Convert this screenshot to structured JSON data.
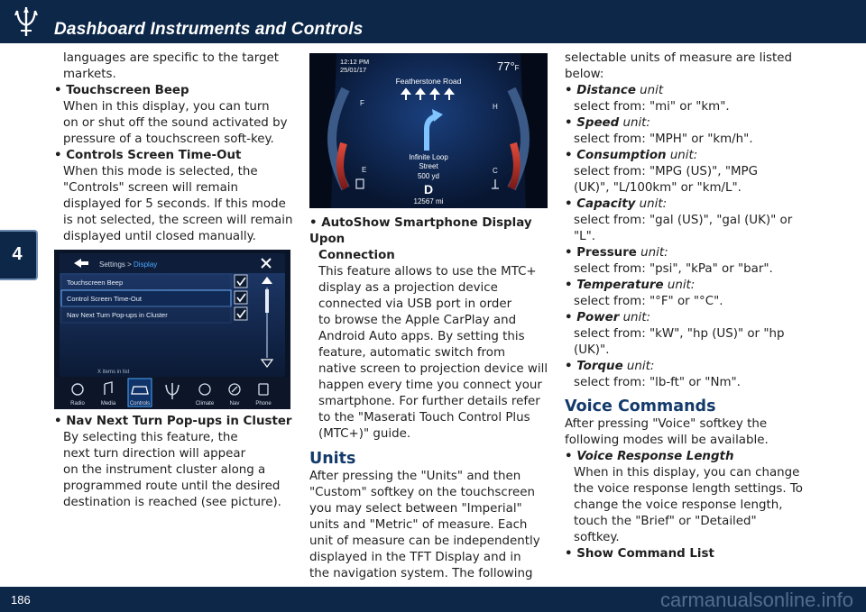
{
  "header": {
    "title": "Dashboard Instruments and Controls"
  },
  "chapter_tab": "4",
  "footer": {
    "page_number": "186",
    "watermark": "carmanualsonline.info"
  },
  "col1": {
    "l1": "languages are specific to the target",
    "l2": "markets.",
    "b1": "• Touchscreen Beep",
    "b1_t1": "When in this display, you can turn",
    "b1_t2": "on or shut off the sound activated by",
    "b1_t3": "pressure of a touchscreen soft-key.",
    "b2": "• Controls Screen Time-Out",
    "b2_t1": "When this mode is selected, the",
    "b2_t2": "\"Controls\" screen will remain",
    "b2_t3": "displayed for 5 seconds. If this mode",
    "b2_t4": "is not selected, the screen will remain",
    "b2_t5": "displayed until closed manually.",
    "b3": "• Nav Next Turn Pop-ups in Cluster",
    "b3_t1": "By selecting this feature, the",
    "b3_t2": "next turn direction will appear",
    "b3_t3": "on the instrument cluster along a",
    "b3_t4": "programmed route until the desired",
    "b3_t5": "destination is reached (see picture)."
  },
  "settings_screen": {
    "breadcrumb": "Settings",
    "breadcrumb_sep": " > ",
    "breadcrumb_current": "Display",
    "rows": [
      "Touchscreen Beep",
      "Control Screen Time-Out",
      "Nav Next Turn Pop-ups in Cluster"
    ],
    "items_in_list": "X items in list",
    "nav": [
      "Radio",
      "Media",
      "Controls",
      "",
      "Climate",
      "Nav",
      "Phone"
    ]
  },
  "cluster_screen": {
    "time": "12:12 PM",
    "date": "25/01/17",
    "temp": "77°",
    "temp_unit": "F",
    "road": "Featherstone Road",
    "street1": "Infinite Loop",
    "street2": "Street",
    "distance": "500 yd",
    "gear": "D",
    "odometer": "12567 mi",
    "fuel_full": "F",
    "fuel_empty": "E",
    "temp_hot": "H",
    "temp_cold": "C"
  },
  "col2": {
    "b1": "• AutoShow Smartphone Display Upon",
    "b1b": "Connection",
    "t1": "This feature allows to use the MTC+",
    "t2": "display as a projection device",
    "t3": "connected via USB port in order",
    "t4": "to browse the Apple CarPlay and",
    "t5": "Android Auto apps. By setting this",
    "t6": "feature, automatic switch from",
    "t7": "native screen to projection device will",
    "t8": "happen every time you connect your",
    "t9": "smartphone. For further details refer",
    "t10": "to the \"Maserati Touch Control Plus",
    "t11": "(MTC+)\" guide.",
    "h_units": "Units",
    "u1": "After pressing the \"Units\" and then",
    "u2": "\"Custom\" softkey on the touchscreen",
    "u3": "you may select between \"Imperial\"",
    "u4": "units and \"Metric\" of measure. Each",
    "u5": "unit of measure can be independently",
    "u6": "displayed in the TFT Display and in",
    "u7": "the navigation system. The following"
  },
  "col3": {
    "i1": "selectable units of measure are listed",
    "i2": "below:",
    "units": [
      {
        "name": "Distance",
        "suffix": " unit",
        "options": [
          "select from: \"mi\" or \"km\"."
        ]
      },
      {
        "name": "Speed",
        "suffix": " unit:",
        "options": [
          "select from: \"MPH\" or \"km/h\"."
        ]
      },
      {
        "name": "Consumption",
        "suffix": " unit:",
        "options": [
          "select from: \"MPG (US)\", \"MPG",
          "(UK)\", \"L/100km\" or \"km/L\"."
        ]
      },
      {
        "name": "Capacity",
        "suffix": " unit:",
        "options": [
          "select from: \"gal (US)\", \"gal (UK)\" or",
          "\"L\"."
        ]
      },
      {
        "name": "Pressure",
        "suffix": " unit:",
        "options": [
          "select from: \"psi\", \"kPa\" or \"bar\"."
        ]
      },
      {
        "name": "Temperature",
        "suffix": " unit:",
        "options": [
          "select from: \"°F\" or \"°C\"."
        ]
      },
      {
        "name": "Power",
        "suffix": " unit:",
        "options": [
          "select from: \"kW\", \"hp (US)\" or \"hp",
          "(UK)\"."
        ]
      },
      {
        "name": "Torque",
        "suffix": " unit:",
        "options": [
          "select from: \"lb-ft\" or \"Nm\"."
        ]
      }
    ],
    "h_voice": "Voice Commands",
    "v1": "After pressing \"Voice\" softkey the",
    "v2": "following modes will be available.",
    "vb1": "• Voice Response Length",
    "vt1": "When in this display, you can change",
    "vt2": "the voice response length settings. To",
    "vt3": "change the voice response length,",
    "vt4": "touch the \"Brief\" or \"Detailed\"",
    "vt5": "softkey.",
    "vb2": "• Show Command List"
  }
}
